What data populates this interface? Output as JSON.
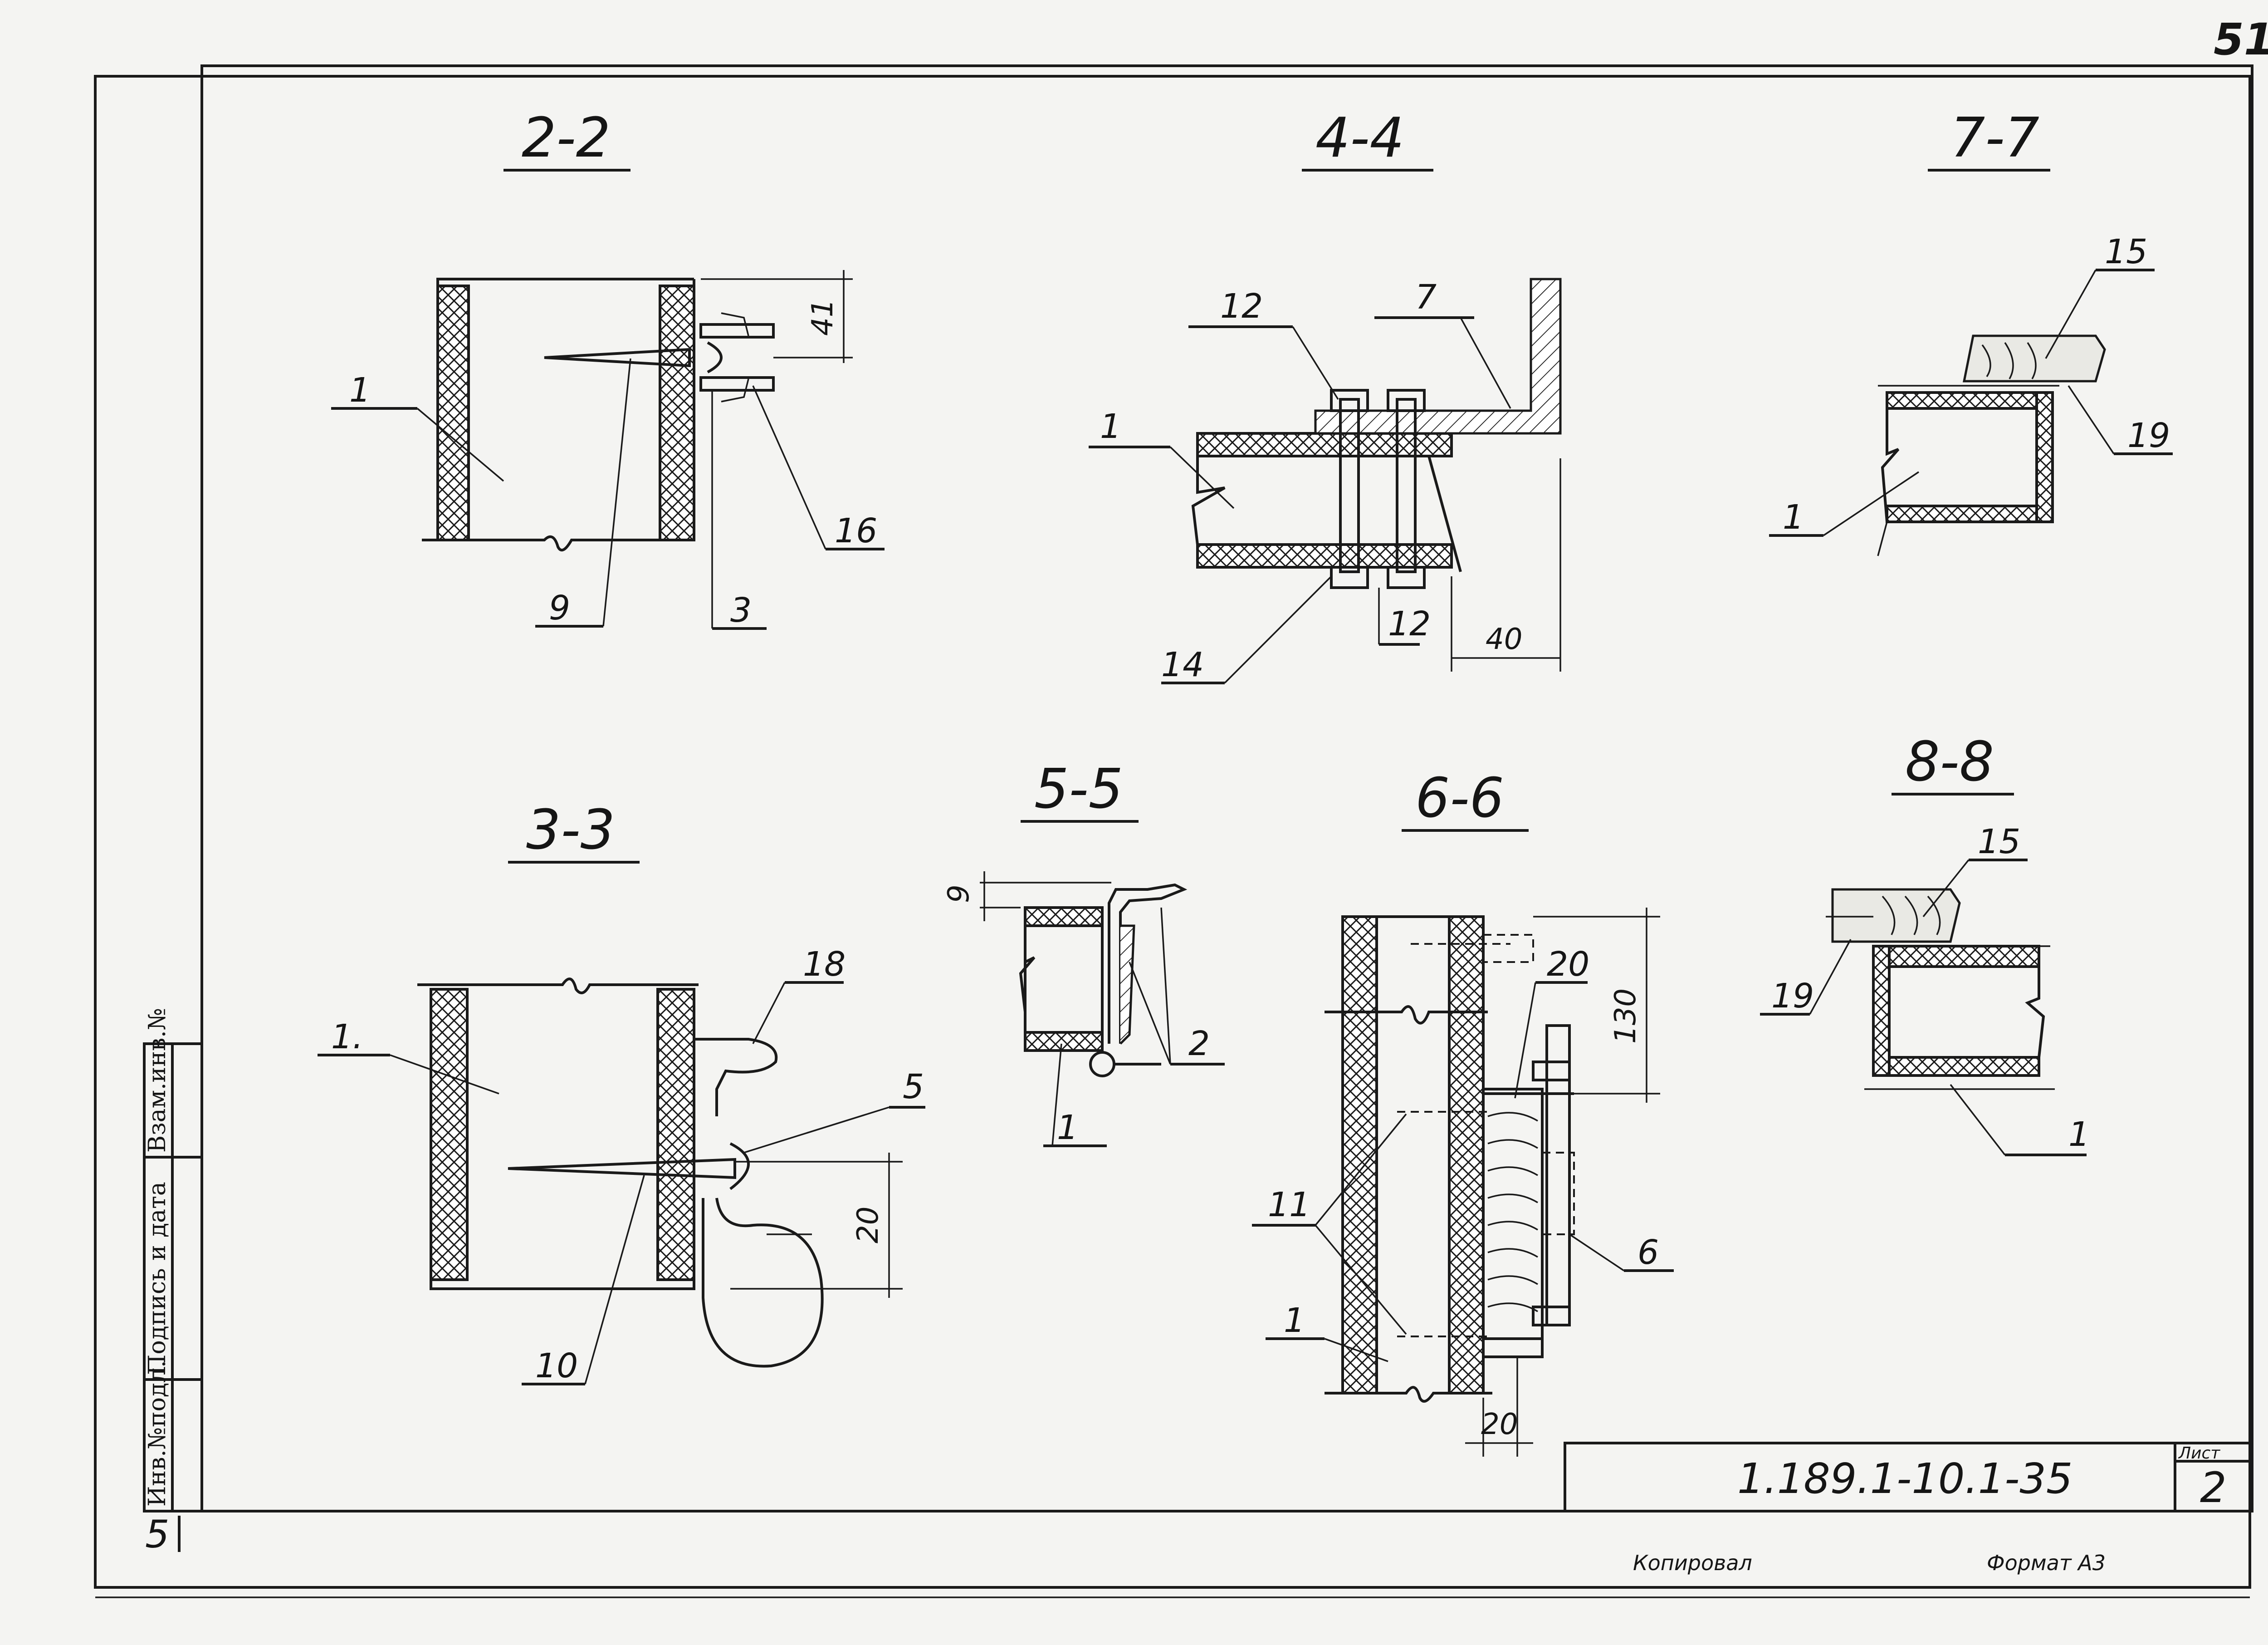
{
  "page": {
    "page_number": "51",
    "sheet_code": "1.189.1-10.1-35",
    "sheet_label": "Лист",
    "sheet_number": "2",
    "footer_left": "Копировал",
    "footer_right": "Формат А3",
    "corner_mark": "5"
  },
  "side_stamp": [
    "Инв.№подл.",
    "Подпись и дата",
    "Взам.инв.№"
  ],
  "sections": {
    "s22": {
      "title": "2-2",
      "labels": [
        "1",
        "9",
        "3",
        "16"
      ],
      "dims": [
        "41"
      ]
    },
    "s44": {
      "title": "4-4",
      "labels": [
        "7",
        "12",
        "1",
        "14",
        "12"
      ],
      "dims": [
        "40"
      ]
    },
    "s77": {
      "title": "7-7",
      "labels": [
        "15",
        "19",
        "1"
      ]
    },
    "s33": {
      "title": "3-3",
      "labels": [
        "1.",
        "18",
        "5",
        "10"
      ],
      "dims": [
        "20"
      ]
    },
    "s55": {
      "title": "5-5",
      "labels": [
        "2",
        "1"
      ],
      "dims": [
        "9"
      ]
    },
    "s66": {
      "title": "6-6",
      "labels": [
        "20",
        "11",
        "6",
        "1"
      ],
      "dims": [
        "130",
        "20"
      ]
    },
    "s88": {
      "title": "8-8",
      "labels": [
        "15",
        "19",
        "1"
      ]
    }
  }
}
